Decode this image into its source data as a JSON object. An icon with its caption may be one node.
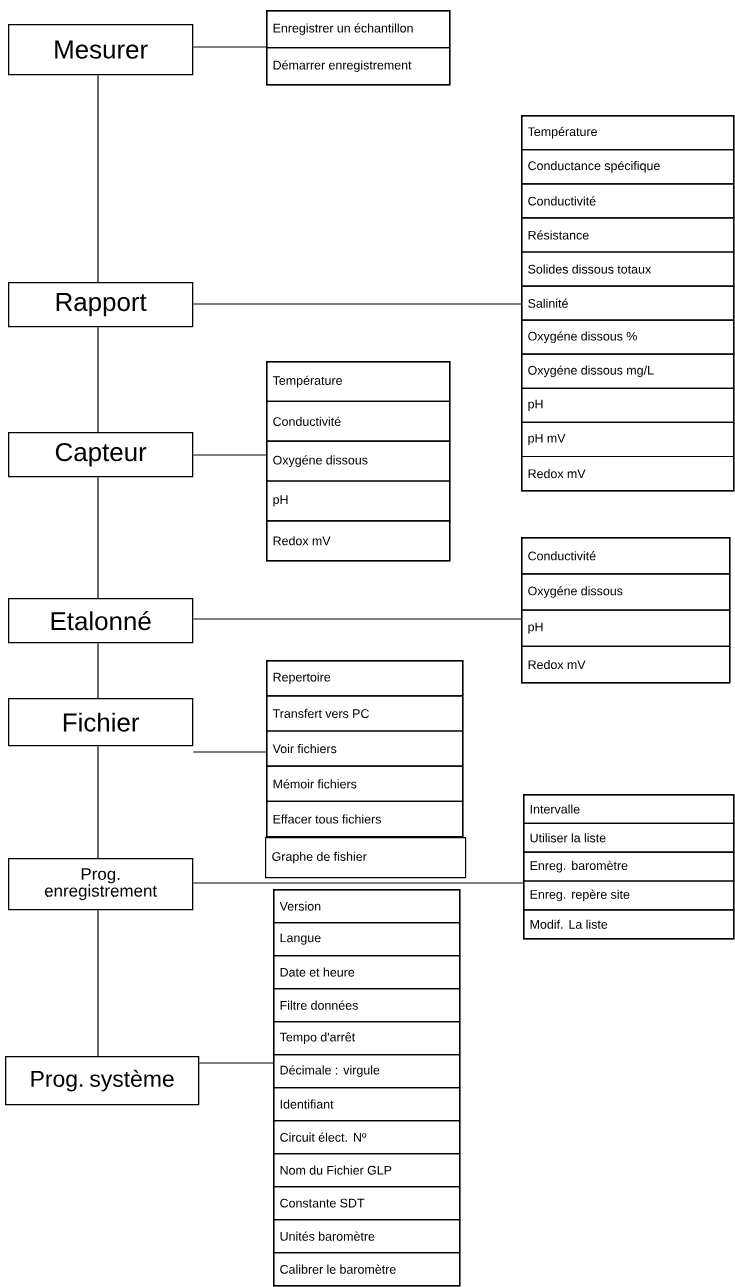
{
  "diagram": {
    "nodes": [
      {
        "text": [
          "Mesurer"
        ]
      },
      {
        "text": [],
        "shape": "box"
      },
      {
        "text": [
          "Enregistrer un échantillon"
        ],
        "in": 1
      },
      {
        "text": [
          "Démarrer enregistrement"
        ],
        "in": 1
      },
      {
        "text": [
          "Rapport"
        ]
      },
      {
        "text": [],
        "shape": "box"
      },
      {
        "text": [
          "Température"
        ],
        "in": 5
      },
      {
        "text": [
          "Conductance spécifique"
        ],
        "in": 5
      },
      {
        "text": [
          "Conductivité"
        ],
        "in": 5
      },
      {
        "text": [
          "Résistance"
        ],
        "in": 5
      },
      {
        "text": [
          "Solides dissous totaux"
        ],
        "in": 5
      },
      {
        "text": [
          "Salinité"
        ],
        "in": 5
      },
      {
        "text": [
          "Oxygéne dissous %"
        ],
        "in": 5
      },
      {
        "text": [
          "Oxygéne dissous mg/L"
        ],
        "in": 5
      },
      {
        "text": [
          "pH"
        ],
        "in": 5
      },
      {
        "text": [
          "pH mV"
        ],
        "in": 5
      },
      {
        "text": [
          "Redox mV"
        ],
        "in": 5
      },
      {
        "text": [
          "Capteur"
        ]
      },
      {
        "text": [],
        "shape": "box"
      },
      {
        "text": [
          "Température"
        ],
        "in": 18
      },
      {
        "text": [
          "Conductivité"
        ],
        "in": 18
      },
      {
        "text": [
          "Oxygéne dissous"
        ],
        "in": 18
      },
      {
        "text": [
          "pH"
        ],
        "in": 18
      },
      {
        "text": [
          "Redox mV"
        ],
        "in": 18
      },
      {
        "text": [
          "Etalonné"
        ]
      },
      {
        "text": [],
        "shape": "box"
      },
      {
        "text": [
          "Conductivité"
        ],
        "in": 25
      },
      {
        "text": [
          "Oxygéne dissous"
        ],
        "in": 25
      },
      {
        "text": [
          "pH"
        ],
        "in": 25
      },
      {
        "text": [
          "Redox mV"
        ],
        "in": 25
      },
      {
        "text": [
          "Fichier"
        ]
      },
      {
        "text": [],
        "shape": "box"
      },
      {
        "text": [
          "Repertoire"
        ],
        "in": 31
      },
      {
        "text": [
          "Transfert vers PC"
        ],
        "in": 31
      },
      {
        "text": [
          "Voir fichiers"
        ],
        "in": 31
      },
      {
        "text": [
          "Mémoir fichiers"
        ],
        "in": 31
      },
      {
        "text": [
          "Effacer tous fichiers"
        ],
        "in": 31
      },
      {
        "text": [
          "Graphe  de fishier"
        ]
      },
      {
        "text": [
          "Prog. enregistrement"
        ]
      },
      {
        "text": [],
        "shape": "box"
      },
      {
        "text": [
          "Intervalle"
        ],
        "in": 39
      },
      {
        "text": [
          "Utiliser la liste"
        ],
        "in": 39
      },
      {
        "text": [
          "Enreg. baromètre"
        ],
        "in": 39
      },
      {
        "text": [
          "Enreg. repère site"
        ],
        "in": 39
      },
      {
        "text": [
          "Modif. La liste"
        ],
        "in": 39
      },
      {
        "text": [
          "Prog. système"
        ]
      },
      {
        "text": [],
        "shape": "box"
      },
      {
        "text": [
          "Version"
        ],
        "in": 46
      },
      {
        "text": [
          "Langue"
        ],
        "in": 46
      },
      {
        "text": [
          "Date et heure"
        ],
        "in": 46
      },
      {
        "text": [
          "Filtre données"
        ],
        "in": 46
      },
      {
        "text": [
          "Tempo d'arrêt"
        ],
        "in": 46
      },
      {
        "text": [
          "Décimale : virgule"
        ],
        "in": 46
      },
      {
        "text": [
          "Identifiant"
        ],
        "in": 46
      },
      {
        "text": [
          "Circuit élect. Nº"
        ],
        "in": 46
      },
      {
        "text": [
          "Nom du Fichier GLP"
        ],
        "in": 46
      },
      {
        "text": [
          "Constante SDT"
        ],
        "in": 46
      },
      {
        "text": [
          "Unités baromètre"
        ],
        "in": 46
      },
      {
        "text": [
          "Calibrer le baromètre"
        ],
        "in": 46
      }
    ],
    "edges": [
      {
        "from": 0,
        "to": 4,
        "arrow": "none"
      },
      {
        "from": 4,
        "to": 17,
        "arrow": "none"
      },
      {
        "from": 17,
        "to": 24,
        "arrow": "none"
      },
      {
        "from": 24,
        "to": 30,
        "arrow": "none"
      },
      {
        "from": 30,
        "to": 38,
        "arrow": "none"
      },
      {
        "from": 38,
        "to": 45,
        "arrow": "none"
      },
      {
        "from": 0,
        "to": 1,
        "arrow": "none"
      },
      {
        "from": 4,
        "to": 5,
        "arrow": "none"
      },
      {
        "from": 17,
        "to": 18,
        "arrow": "none"
      },
      {
        "from": 24,
        "to": 25,
        "arrow": "none"
      },
      {
        "from": 30,
        "to": 31,
        "arrow": "none"
      },
      {
        "from": 38,
        "to": 39,
        "arrow": "none"
      },
      {
        "from": 45,
        "to": 46,
        "arrow": "none"
      }
    ]
  }
}
